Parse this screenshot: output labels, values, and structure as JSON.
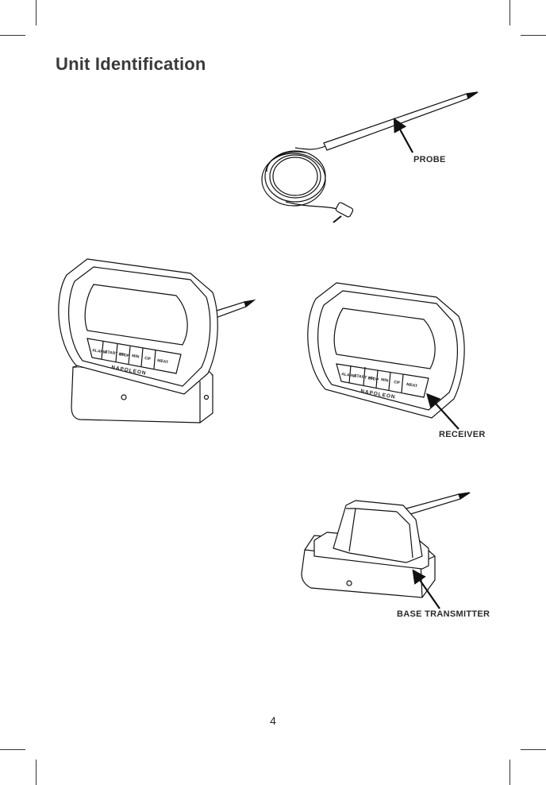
{
  "page": {
    "title": "Unit Identification",
    "page_number": "4"
  },
  "labels": {
    "probe": "PROBE",
    "receiver": "RECEIVER",
    "base_transmitter": "BASE TRANSMITTER"
  },
  "device": {
    "brand": "NAPOLEON",
    "buttons": [
      "ALARM",
      "START STOP",
      "HR",
      "MIN",
      "C/F",
      "MEAT"
    ]
  }
}
